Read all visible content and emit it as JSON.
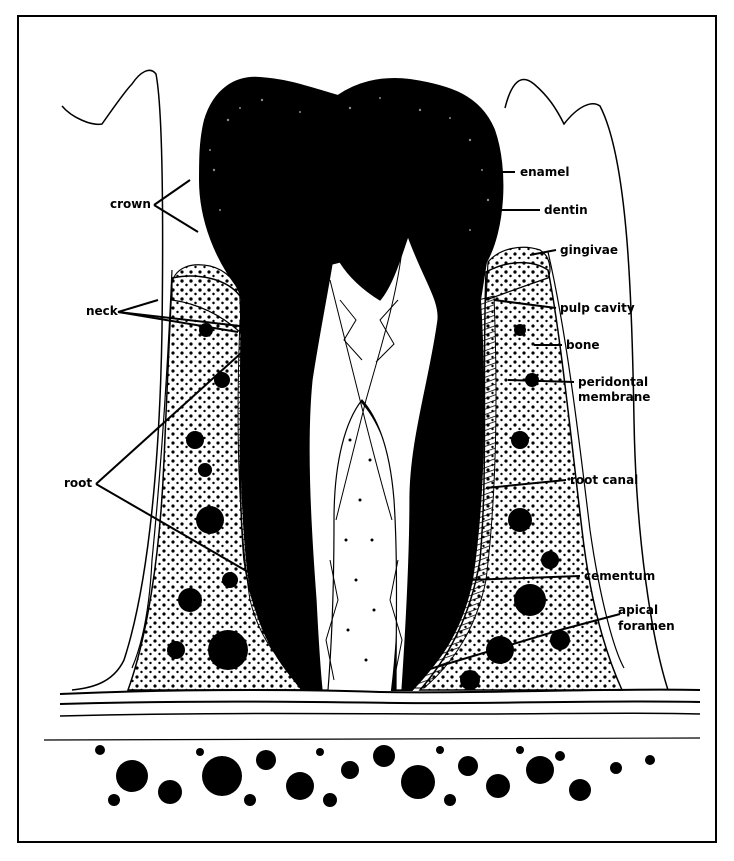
{
  "labels": {
    "crown": "crown",
    "neck": "neck",
    "root": "root",
    "enamel": "enamel",
    "dentin": "dentin",
    "gingivae": "gingivae",
    "pulp_cavity": "pulp cavity",
    "bone": "bone",
    "peridontal_line1": "peridontal",
    "peridontal_line2": "membrane",
    "root_canal": "root canal",
    "cementum": "cementum",
    "apical_line1": "apical",
    "apical_line2": "foramen"
  },
  "colors": {
    "ink": "#000000",
    "paper": "#ffffff"
  }
}
